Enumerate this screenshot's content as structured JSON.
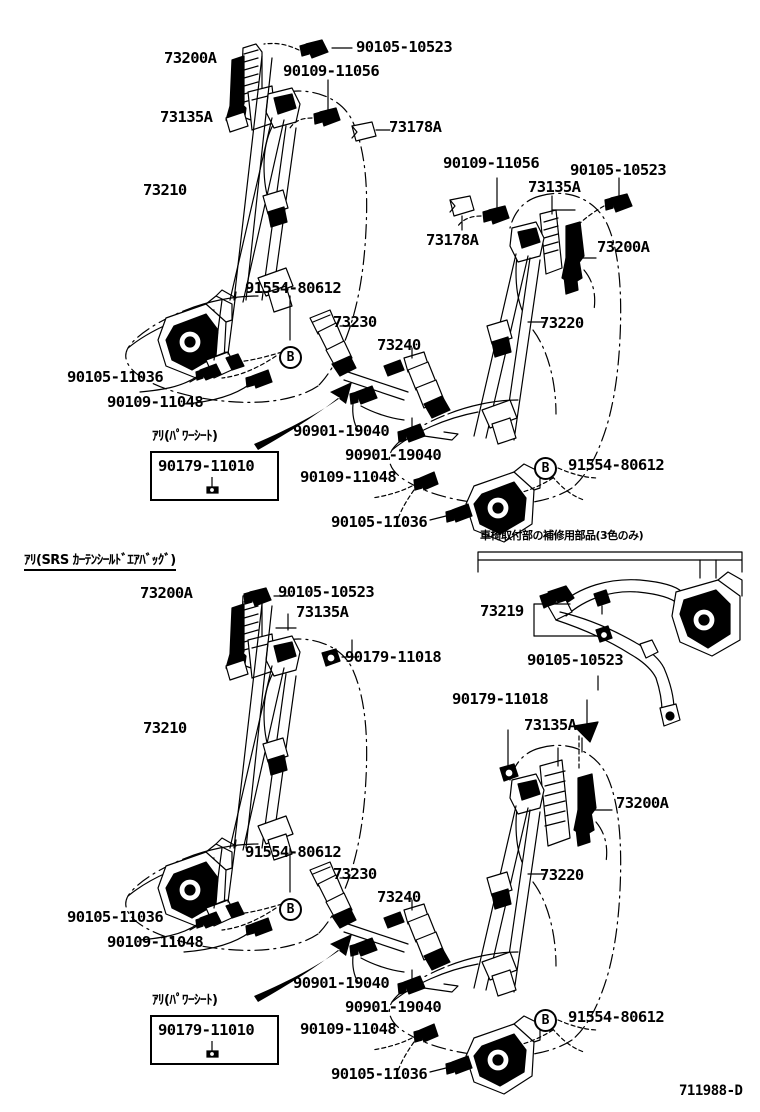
{
  "diagram": {
    "footer_code": "711988-D",
    "circle_marker": "B"
  },
  "top_figure": {
    "left_seat": {
      "labels": [
        {
          "id": "t-l-73200a",
          "text": "73200A"
        },
        {
          "id": "t-l-73135a",
          "text": "73135A"
        },
        {
          "id": "t-l-73210",
          "text": "73210"
        },
        {
          "id": "t-l-90105-10523",
          "text": "90105-10523"
        },
        {
          "id": "t-l-90109-11056",
          "text": "90109-11056"
        },
        {
          "id": "t-l-73178a",
          "text": "73178A"
        },
        {
          "id": "t-l-91554-80612",
          "text": "91554-80612"
        },
        {
          "id": "t-l-90105-11036",
          "text": "90105-11036"
        },
        {
          "id": "t-l-90109-11048",
          "text": "90109-11048"
        }
      ],
      "note_caption": "ｱﾘ(ﾊﾟﾜｰｼｰﾄ)",
      "note_part": "90179-11010"
    },
    "right_seat": {
      "labels": [
        {
          "id": "t-r-90109-11056",
          "text": "90109-11056"
        },
        {
          "id": "t-r-90105-10523",
          "text": "90105-10523"
        },
        {
          "id": "t-r-73135a",
          "text": "73135A"
        },
        {
          "id": "t-r-73178a",
          "text": "73178A"
        },
        {
          "id": "t-r-73200a",
          "text": "73200A"
        },
        {
          "id": "t-r-73220",
          "text": "73220"
        },
        {
          "id": "t-r-73230",
          "text": "73230"
        },
        {
          "id": "t-r-73240",
          "text": "73240"
        },
        {
          "id": "t-r-90901-19040a",
          "text": "90901-19040"
        },
        {
          "id": "t-r-90901-19040b",
          "text": "90901-19040"
        },
        {
          "id": "t-r-90109-11048",
          "text": "90109-11048"
        },
        {
          "id": "t-r-90105-11036",
          "text": "90105-11036"
        },
        {
          "id": "t-r-91554-80612",
          "text": "91554-80612"
        }
      ]
    }
  },
  "bottom_figure": {
    "section_caption": "ｱﾘ(SRS ｶｰﾃﾝｼｰﾙﾄﾞｴｱﾊﾞｯｸﾞ)",
    "left_seat": {
      "labels": [
        {
          "id": "b-l-73200a",
          "text": "73200A"
        },
        {
          "id": "b-l-90105-10523",
          "text": "90105-10523"
        },
        {
          "id": "b-l-73135a",
          "text": "73135A"
        },
        {
          "id": "b-l-90179-11018",
          "text": "90179-11018"
        },
        {
          "id": "b-l-73210",
          "text": "73210"
        },
        {
          "id": "b-l-91554-80612",
          "text": "91554-80612"
        },
        {
          "id": "b-l-90105-11036",
          "text": "90105-11036"
        },
        {
          "id": "b-l-90109-11048",
          "text": "90109-11048"
        }
      ],
      "note_caption": "ｱﾘ(ﾊﾟﾜｰｼｰﾄ)",
      "note_part": "90179-11010"
    },
    "right_seat": {
      "labels": [
        {
          "id": "b-r-90105-10523",
          "text": "90105-10523"
        },
        {
          "id": "b-r-90179-11018",
          "text": "90179-11018"
        },
        {
          "id": "b-r-73135a",
          "text": "73135A"
        },
        {
          "id": "b-r-73200a",
          "text": "73200A"
        },
        {
          "id": "b-r-73220",
          "text": "73220"
        },
        {
          "id": "b-r-73230",
          "text": "73230"
        },
        {
          "id": "b-r-73240",
          "text": "73240"
        },
        {
          "id": "b-r-90901-19040a",
          "text": "90901-19040"
        },
        {
          "id": "b-r-90901-19040b",
          "text": "90901-19040"
        },
        {
          "id": "b-r-90109-11048",
          "text": "90109-11048"
        },
        {
          "id": "b-r-90105-11036",
          "text": "90105-11036"
        },
        {
          "id": "b-r-91554-80612",
          "text": "91554-80612"
        }
      ]
    },
    "inset": {
      "caption": "車椅取付部の補修用部品(3色のみ)",
      "label_73219": "73219"
    }
  }
}
